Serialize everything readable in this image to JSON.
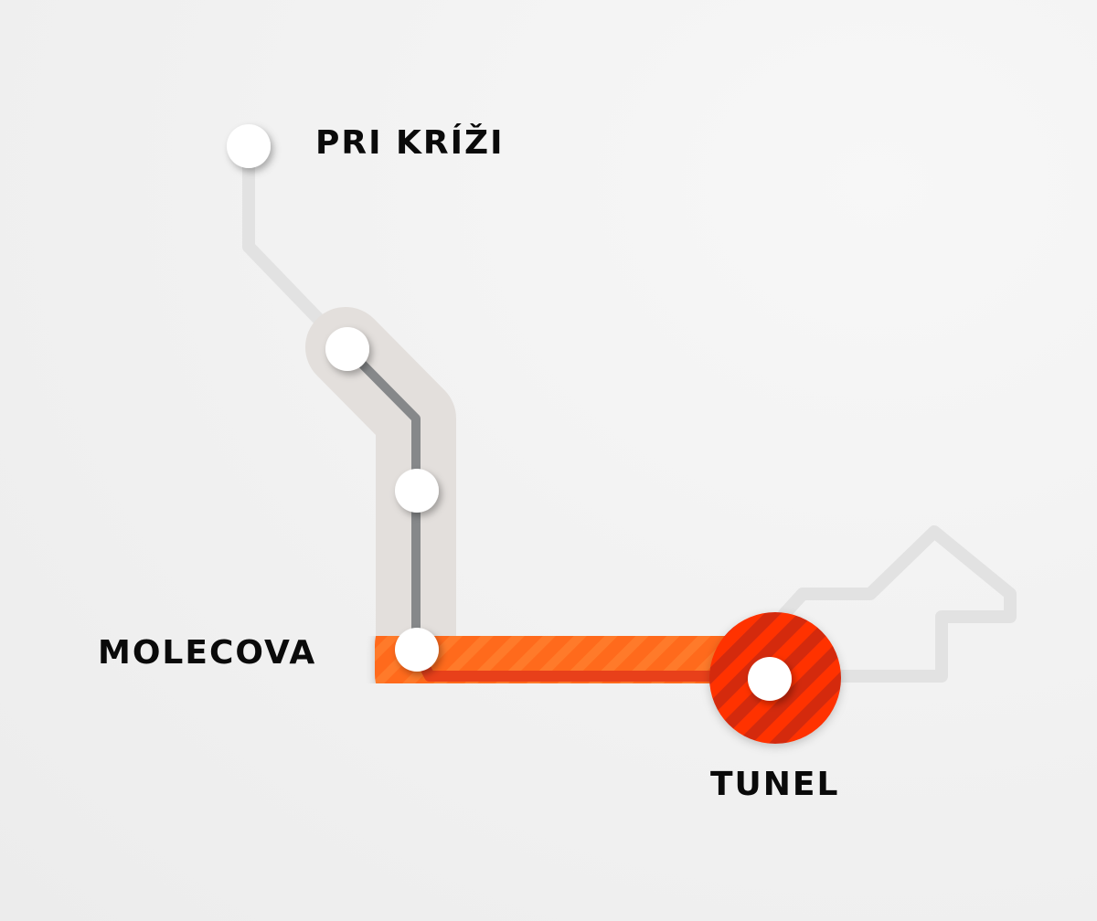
{
  "stations": [
    {
      "name": "PRI KRÍŽI",
      "state": "default"
    },
    {
      "name": "",
      "state": "passed"
    },
    {
      "name": "",
      "state": "passed"
    },
    {
      "name": "MOLECOVA",
      "state": "current-segment-start"
    },
    {
      "name": "TUNEL",
      "state": "destination"
    }
  ],
  "colors": {
    "inactive_line": "#e2e2e2",
    "passed_band": "#e3dfdc",
    "passed_line": "#86888a",
    "active_band": "#ff6a1a",
    "active_line": "#e8401a",
    "destination": "#ff3300",
    "destination_stripe": "#d42a10",
    "node": "#ffffff"
  }
}
